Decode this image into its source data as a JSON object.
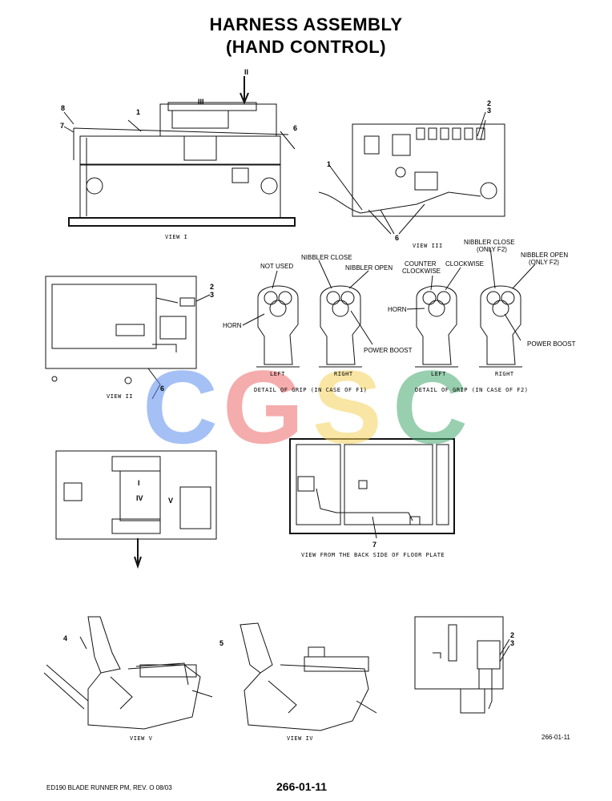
{
  "title": {
    "line1": "HARNESS ASSEMBLY",
    "line2": "(HAND CONTROL)"
  },
  "views": {
    "view1": "VIEW I",
    "view2": "VIEW II",
    "view3": "VIEW III",
    "view4": "VIEW IV",
    "view5": "VIEW V",
    "floor_plate": "VIEW FROM THE BACK SIDE OF FLOOR PLATE"
  },
  "grips": {
    "f1_caption": "DETAIL OF GRIP (IN CASE OF F1)",
    "f2_caption": "DETAIL OF GRIP (IN CASE OF F2)",
    "left": "LEFT",
    "right": "RIGHT",
    "not_used": "NOT USED",
    "horn": "HORN",
    "nibbler_close": "NIBBLER CLOSE",
    "nibbler_open": "NIBBLER OPEN",
    "power_boost": "POWER BOOST",
    "counter_clockwise_1": "COUNTER",
    "counter_clockwise_2": "CLOCKWISE",
    "clockwise": "CLOCKWISE",
    "nibbler_close_f2": "NIBBLER CLOSE",
    "only_f2": "(ONLY F2)",
    "nibbler_open_f2": "NIBBLER OPEN"
  },
  "callouts": {
    "c1": "1",
    "c2": "2",
    "c3": "3",
    "c4": "4",
    "c5": "5",
    "c6": "6",
    "c7": "7",
    "c8": "8",
    "roman_1": "I",
    "roman_2": "II",
    "roman_3": "III",
    "roman_4": "IV",
    "roman_5": "V"
  },
  "watermark": {
    "c1": "C",
    "g": "G",
    "s": "S",
    "c2": "C",
    "colors": {
      "blue": "#5a8dee",
      "red": "#ee6a6a",
      "yellow": "#f5d25a",
      "green": "#45a86f"
    }
  },
  "footer": {
    "left": "ED190 BLADE RUNNER PM, REV. O 08/03",
    "center": "266-01-11",
    "ref": "266-01-11"
  }
}
